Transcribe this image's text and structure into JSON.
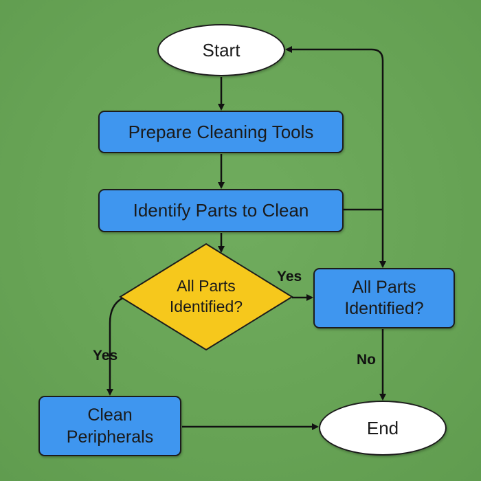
{
  "colors": {
    "background": "#6aa557",
    "process_fill": "#3f96ef",
    "decision_fill": "#f6c81c",
    "terminal_fill": "#ffffff",
    "line": "#111111"
  },
  "nodes": {
    "start": "Start",
    "prepare": "Prepare Cleaning Tools",
    "identify": "Identify Parts to Clean",
    "decision_line1": "All Parts",
    "decision_line2": "Identified?",
    "check_line1": "All Parts",
    "check_line2": "Identified?",
    "clean_line1": "Clean",
    "clean_line2": "Peripherals",
    "end": "End"
  },
  "edge_labels": {
    "yes_right": "Yes",
    "yes_down": "Yes",
    "no": "No"
  }
}
